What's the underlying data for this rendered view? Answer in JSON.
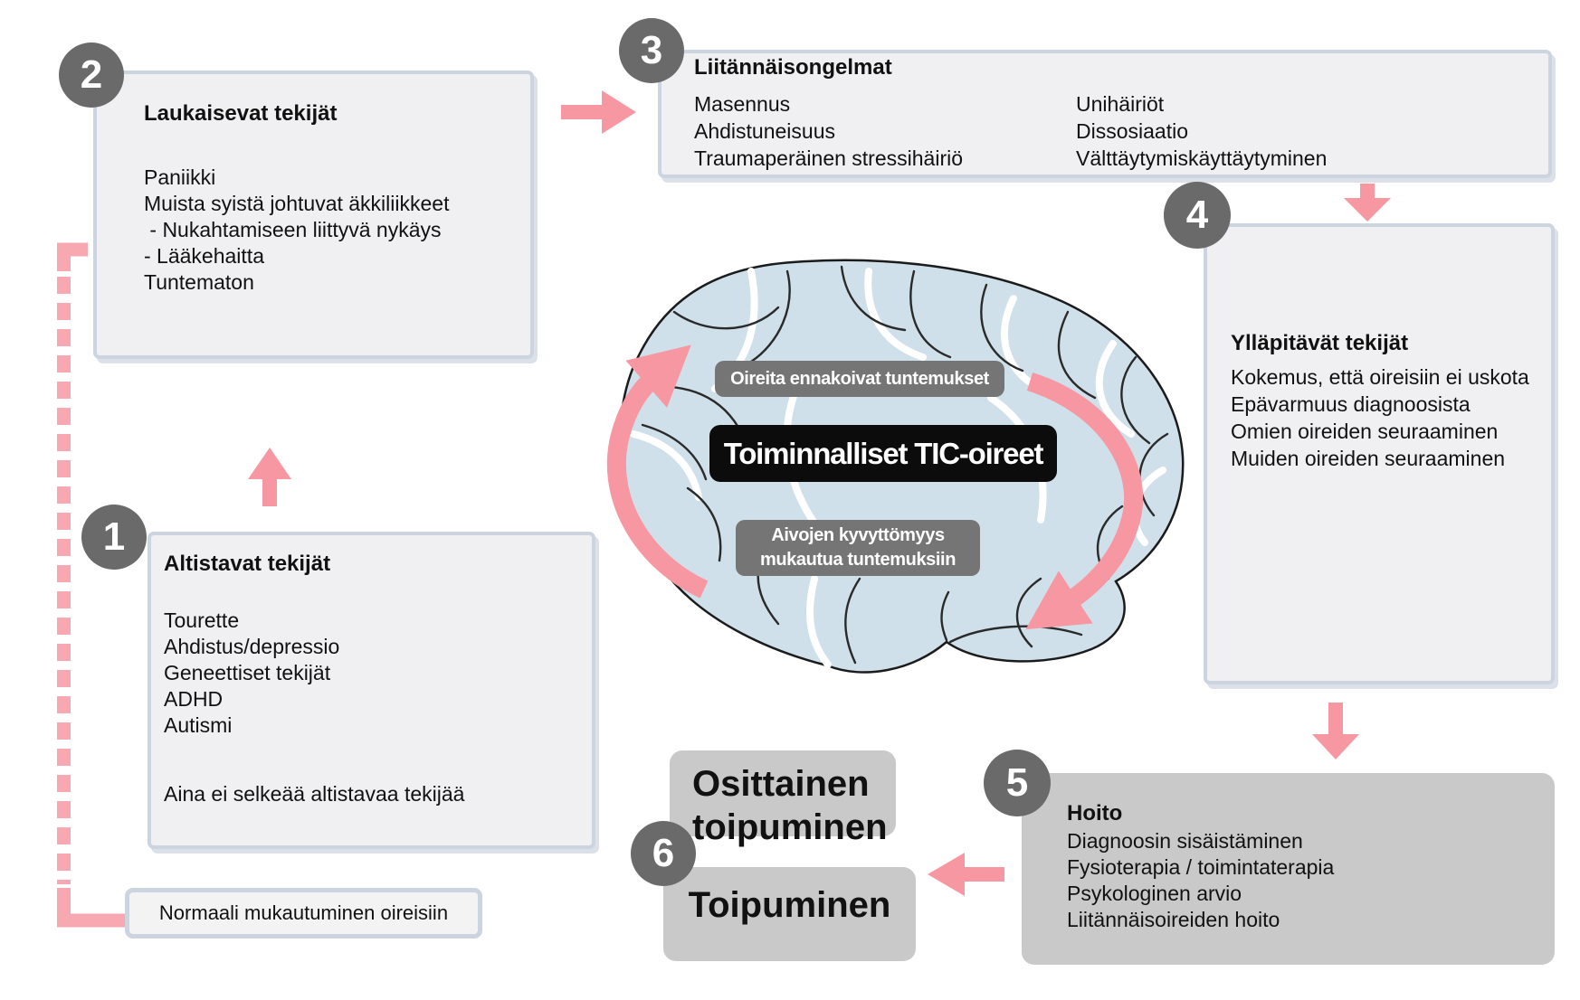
{
  "colors": {
    "pink_arrow": "#F797A2",
    "pink_dashed_line": "#F8A8B1",
    "light_box_fill": "#F0F0F2",
    "light_box_border": "#CCD4DF",
    "gray_box_fill": "#C9C9C9",
    "number_circle": "#6A6A6A",
    "label_pill": "#757575",
    "center_box": "#0C0C0C",
    "brain_fill": "#CFE0EA"
  },
  "predisposing": {
    "number": "1",
    "title": "Altistavat tekijät",
    "items": [
      "Tourette",
      "Ahdistus/depressio",
      "Geneettiset tekijät",
      "ADHD",
      "Autismi"
    ],
    "note": "Aina ei selkeää altistavaa tekijää"
  },
  "triggering": {
    "number": "2",
    "title": "Laukaisevat tekijät",
    "items": [
      "Paniikki",
      "Muista syistä johtuvat äkkiliikkeet",
      " - Nukahtamiseen liittyvä nykäys",
      "- Lääkehaitta",
      "Tuntematon"
    ]
  },
  "comorbidity": {
    "number": "3",
    "title": "Liitännäisongelmat",
    "left_items": [
      "Masennus",
      "Ahdistuneisuus",
      "Traumaperäinen stressihäiriö"
    ],
    "right_items": [
      "Unihäiriöt",
      "Dissosiaatio",
      "Välttäytymiskäyttäytyminen"
    ]
  },
  "maintaining": {
    "number": "4",
    "title": "Ylläpitävät tekijät",
    "items": [
      "Kokemus, että oireisiin ei uskota",
      "Epävarmuus diagnoosista",
      "Omien oireiden seuraaminen",
      "Muiden oireiden seuraaminen"
    ]
  },
  "treatment": {
    "number": "5",
    "title": "Hoito",
    "items": [
      "Diagnoosin sisäistäminen",
      "Fysioterapia / toimintaterapia",
      "Psykologinen arvio",
      "Liitännäisoireiden hoito"
    ]
  },
  "recovery": {
    "number": "6",
    "label": "Toipuminen"
  },
  "partial_recovery": {
    "lines": [
      "Osittainen",
      "toipuminen"
    ]
  },
  "normal_adaptation": {
    "label": "Normaali mukautuminen oireisiin"
  },
  "brain_cycle": {
    "label_top": "Oireita ennakoivat tuntemukset",
    "label_center": "Toiminnalliset TIC-oireet",
    "label_bottom_lines": [
      "Aivojen kyvyttömyys",
      "mukautua tuntemuksiin"
    ]
  }
}
